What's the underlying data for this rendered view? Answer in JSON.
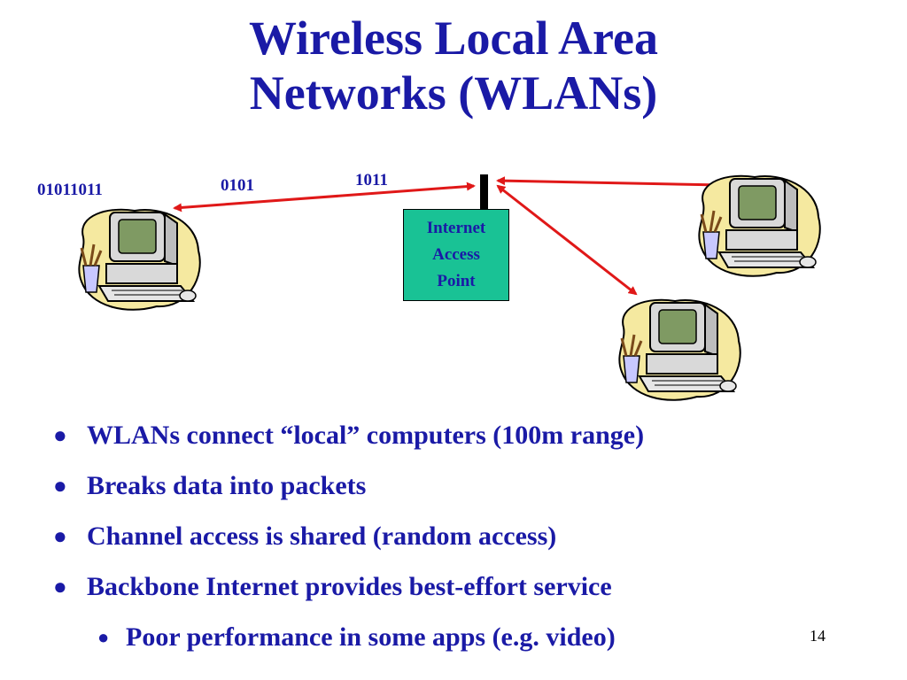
{
  "title": {
    "line1": "Wireless Local Area",
    "line2": "Networks (WLANs)"
  },
  "diagram": {
    "left_computer_bits": "01011011",
    "link_label_left": "0101",
    "link_label_right": "1011",
    "access_point": {
      "line1": "Internet",
      "line2": "Access",
      "line3": "Point"
    },
    "colors": {
      "arrow": "#e01818",
      "ap_fill": "#19c295",
      "text": "#1a1aa6"
    },
    "icons": [
      "computer-icon",
      "computer-icon",
      "computer-icon",
      "antenna-icon"
    ]
  },
  "bullets": [
    {
      "text": "WLANs connect “local” computers (100m range)",
      "level": 1
    },
    {
      "text": "Breaks data into packets",
      "level": 1
    },
    {
      "text": "Channel access is shared (random access)",
      "level": 1
    },
    {
      "text": "Backbone Internet provides best-effort service",
      "level": 1
    },
    {
      "text": "Poor performance in some apps (e.g. video)",
      "level": 2
    }
  ],
  "page_number": "14"
}
